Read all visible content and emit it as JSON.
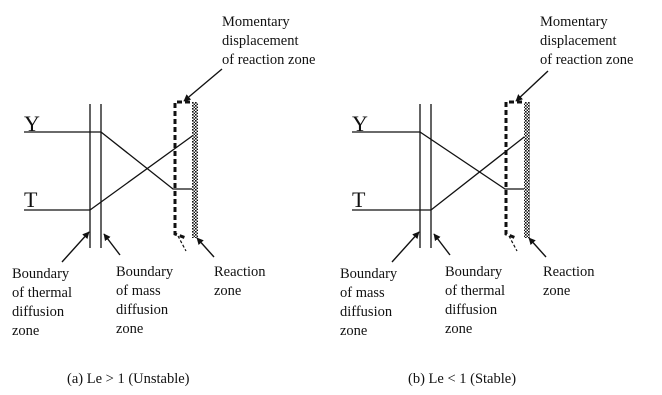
{
  "panel_a": {
    "top_label": [
      "Momentary",
      "displacement",
      "of reaction zone"
    ],
    "var_y": "Y",
    "var_t": "T",
    "label_1": [
      "Boundary",
      "of thermal",
      "diffusion",
      "zone"
    ],
    "label_2": [
      "Boundary",
      "of mass",
      "diffusion",
      "zone"
    ],
    "label_3": [
      "Reaction",
      "zone"
    ],
    "caption": "(a) Le > 1 (Unstable)"
  },
  "panel_b": {
    "top_label": [
      "Momentary",
      "displacement",
      "of reaction zone"
    ],
    "var_y": "Y",
    "var_t": "T",
    "label_1": [
      "Boundary",
      "of mass",
      "diffusion",
      "zone"
    ],
    "label_2": [
      "Boundary",
      "of thermal",
      "diffusion",
      "zone"
    ],
    "label_3": [
      "Reaction",
      "zone"
    ],
    "caption": "(b) Le < 1 (Stable)"
  },
  "colors": {
    "ink": "#111111",
    "background": "#ffffff"
  }
}
